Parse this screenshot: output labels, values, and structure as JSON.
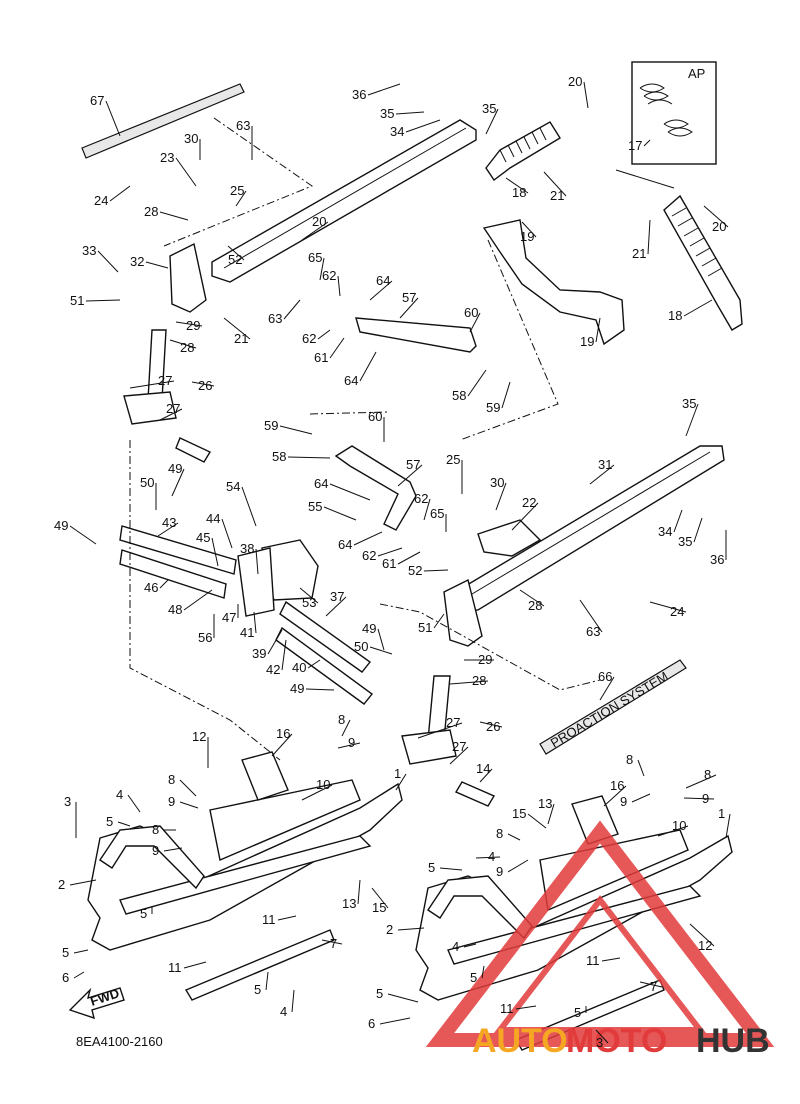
{
  "diagram": {
    "part_code": "8EA4100-2160",
    "fwd_label": "FWD",
    "ap_label": "AP",
    "decal_text": "PROACTION SYSTEM",
    "watermark": {
      "part1": "AUTO",
      "part2": "MOTO",
      "part3": "HUB"
    },
    "callouts": [
      "1",
      "2",
      "3",
      "4",
      "5",
      "6",
      "7",
      "8",
      "9",
      "10",
      "11",
      "12",
      "13",
      "14",
      "15",
      "16",
      "17",
      "18",
      "19",
      "20",
      "21",
      "22",
      "23",
      "24",
      "25",
      "26",
      "27",
      "28",
      "29",
      "30",
      "31",
      "32",
      "33",
      "34",
      "35",
      "36",
      "37",
      "38",
      "39",
      "40",
      "41",
      "42",
      "43",
      "44",
      "45",
      "46",
      "47",
      "48",
      "49",
      "50",
      "51",
      "52",
      "53",
      "54",
      "55",
      "56",
      "57",
      "58",
      "59",
      "60",
      "61",
      "62",
      "63",
      "64",
      "65",
      "66",
      "67"
    ]
  }
}
